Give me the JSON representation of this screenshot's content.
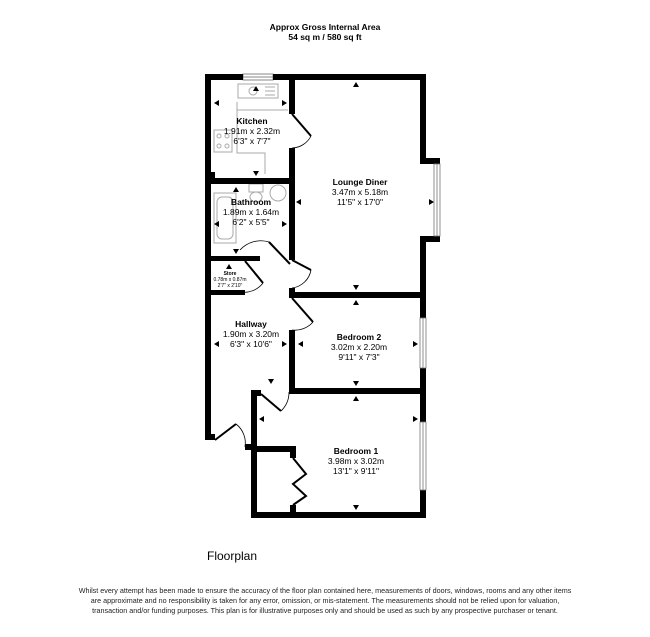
{
  "header": {
    "line1": "Approx Gross Internal Area",
    "line2": "54 sq m / 580 sq ft"
  },
  "rooms": {
    "kitchen": {
      "name": "Kitchen",
      "metric": "1.91m x 2.32m",
      "imperial": "6'3\" x 7'7\""
    },
    "bathroom": {
      "name": "Bathroom",
      "metric": "1.89m x 1.64m",
      "imperial": "6'2\" x 5'5\""
    },
    "store": {
      "name": "Store",
      "metric": "0.78m x 0.87m",
      "imperial": "2'7\" x 2'10\""
    },
    "hallway": {
      "name": "Hallway",
      "metric": "1.90m x 3.20m",
      "imperial": "6'3\" x 10'6\""
    },
    "lounge": {
      "name": "Lounge Diner",
      "metric": "3.47m x 5.18m",
      "imperial": "11'5\" x 17'0\""
    },
    "bedroom2": {
      "name": "Bedroom 2",
      "metric": "3.02m x 2.20m",
      "imperial": "9'11\" x 7'3\""
    },
    "bedroom1": {
      "name": "Bedroom 1",
      "metric": "3.98m x 3.02m",
      "imperial": "13'1\" x 9'11\""
    }
  },
  "footer": {
    "title": "Floorplan",
    "disclaimer": "Whilst every attempt has been made to ensure the accuracy of the floor plan contained here, measurements of doors, windows, rooms and any other items are approximate and no responsibility is taken for any error, omission, or mis-statement. The measurements should not be relied upon for valuation, transaction and/or funding purposes. This plan is for illustrative purposes only and should be used as such by any prospective purchaser or tenant."
  },
  "colors": {
    "wall": "#000000",
    "fixture": "#999999",
    "background": "#ffffff"
  }
}
